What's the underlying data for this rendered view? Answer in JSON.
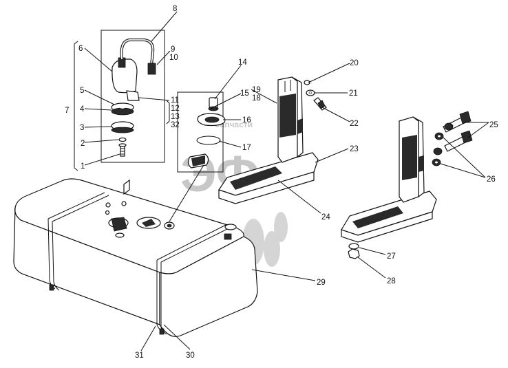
{
  "watermark": {
    "shop_text": "Запчасти",
    "logo_text": "ЭФ"
  },
  "callouts": [
    "1",
    "2",
    "3",
    "4",
    "5",
    "6",
    "7",
    "8",
    "9",
    "10",
    "11",
    "12",
    "13",
    "32",
    "14",
    "15",
    "16",
    "17",
    "18",
    "19",
    "20",
    "21",
    "22",
    "23",
    "24",
    "25",
    "26",
    "27",
    "28",
    "29",
    "30",
    "31"
  ],
  "colors": {
    "line": "#111111",
    "hatch": "#2a2a2a",
    "watermark": "#9a9a9a"
  }
}
